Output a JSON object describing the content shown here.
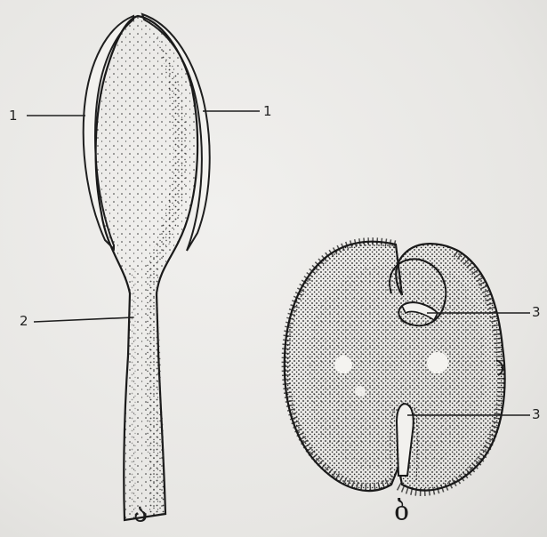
{
  "figure": {
    "left_panel": {
      "caption": "ა",
      "labels": {
        "left_1": "1",
        "right_1": "1",
        "label_2": "2"
      }
    },
    "right_panel": {
      "caption": "ბ",
      "labels": {
        "label_3a": "3",
        "label_3b": "3"
      }
    }
  },
  "colors": {
    "ink": "#1f1f1f",
    "paper": "#ecebe8"
  }
}
